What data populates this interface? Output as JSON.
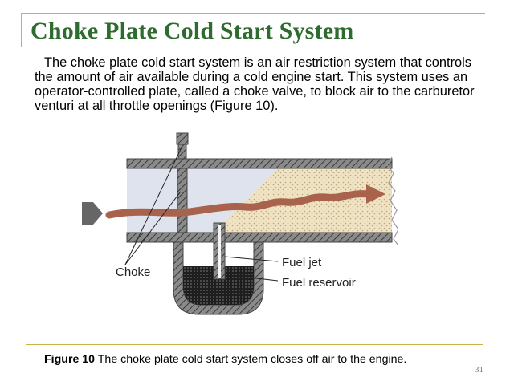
{
  "slide": {
    "title": "Choke Plate Cold Start System",
    "body": "The choke plate cold start system is an air restriction system that controls the amount of air available during a cold engine start. This system uses an operator-controlled plate, called a choke valve, to block air to the carburetor venturi at all throttle openings (Figure 10).",
    "figure_labels": {
      "choke": "Choke",
      "fuel_jet": "Fuel jet",
      "fuel_reservoir": "Fuel reservoir"
    },
    "caption_label": "Figure 10",
    "caption_text": " The choke plate cold start system closes off air to the engine.",
    "page_number": "31"
  },
  "colors": {
    "title": "#2e6b2e",
    "rule": "#c9b24a",
    "air_arrow": "#a9634d",
    "fuel_mist": "#efe3c4",
    "metal": "#6f6f6f",
    "duct_air": "#dfe3ee"
  }
}
